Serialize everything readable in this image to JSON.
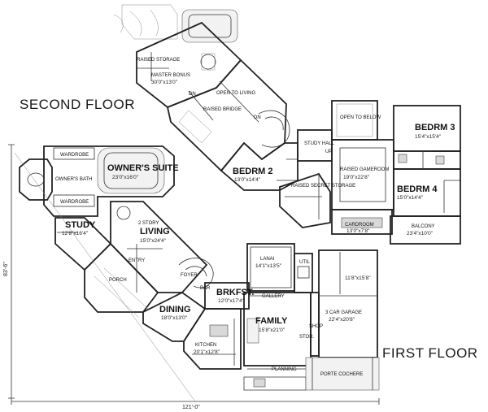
{
  "floors": {
    "second_floor_title": "SECOND FLOOR",
    "first_floor_title": "FIRST FLOOR"
  },
  "dimensions": {
    "width": "121'-0\"",
    "depth": "83'-6\""
  },
  "second_floor_rooms": {
    "raised_storage": "RAISED STORAGE",
    "master_bonus_name": "MASTER BONUS",
    "master_bonus_dim": "30'0\"x13'0\"",
    "open_to_living": "OPEN TO LIVING",
    "raised_bridge": "RAISED BRIDGE",
    "bedrm2_name": "BEDRM 2",
    "bedrm2_dim": "13'0\"x14'4\"",
    "study_hall": "STUDY HALL",
    "raised_secret_storage": "RAISED SECRET STORAGE",
    "open_to_below": "OPEN TO BELOW",
    "raised_gameroom_name": "RAISED GAMEROOM",
    "raised_gameroom_dim": "19'0\"x22'8\"",
    "bedrm3_name": "BEDRM 3",
    "bedrm3_dim": "15'4\"x15'4\"",
    "bedrm4_name": "BEDRM 4",
    "bedrm4_dim": "15'0\"x14'4\"",
    "cardroom_name": "CARDROOM",
    "cardroom_dim": "13'0\"x7'8\"",
    "balcony_name": "BALCONY",
    "balcony_dim": "23'4\"x10'0\"",
    "dn": "DN",
    "up": "UP"
  },
  "first_floor_rooms": {
    "wardrobe_top": "WARDROBE",
    "wardrobe_bottom": "WARDROBE",
    "owners_bath": "OWNER'S BATH",
    "owners_suite_name": "OWNER'S SUITE",
    "owners_suite_dim": "23'0\"x16'0\"",
    "study_name": "STUDY",
    "study_dim": "12'8\"x16'4\"",
    "living_label_top": "2 STORY",
    "living_name": "LIVING",
    "living_dim": "15'0\"x24'4\"",
    "entry": "ENTRY",
    "porch": "PORCH",
    "foyer": "FOYER",
    "bar": "BAR",
    "dining_name": "DINING",
    "dining_dim": "18'0\"x13'0\"",
    "brkfst_name": "BRKFST.",
    "brkfst_dim": "12'0\"x17'4\"",
    "lanai_name": "LANAI",
    "lanai_dim": "14'1\"x13'5\"",
    "gallery": "GALLERY",
    "util": "UTIL",
    "family_name": "FAMILY",
    "family_dim": "15'8\"x21'0\"",
    "kitchen_name": "KITCHEN",
    "kitchen_dim": "20'1\"x12'8\"",
    "shop": "SHOP",
    "stor": "STOR.",
    "garage_name": "3 CAR GARAGE",
    "garage_dim": "22'4\"x20'8\"",
    "garage_extra_dim": "11'8\"x15'8\"",
    "planning": "PLANNING",
    "porte_cochere": "PORTE COCHERE"
  }
}
